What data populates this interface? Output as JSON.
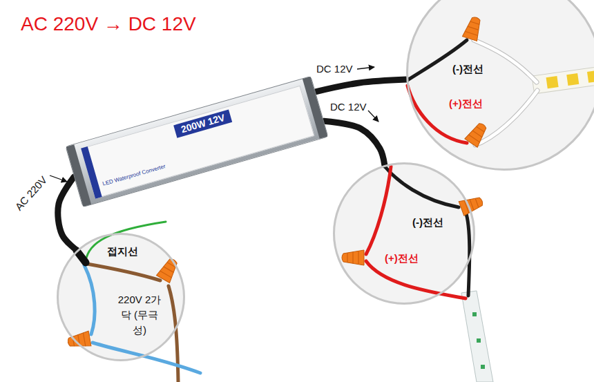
{
  "diagram": {
    "title": "AC 220V → DC 12V",
    "nodes": [
      {
        "text": [
          "200W 12V",
          "LED Waterproof Converter"
        ]
      },
      {
        "text": [
          "(-)전선",
          "(+)전선"
        ]
      },
      {
        "text": [
          "(-)전선",
          "(+)전선"
        ]
      },
      {
        "text": [
          "접지선",
          "220V 2가닥 (무극성)"
        ]
      }
    ],
    "edges": [
      {
        "from": 0,
        "to": 1,
        "arrow": "none",
        "label": "DC 12V"
      },
      {
        "from": 0,
        "to": 2,
        "arrow": "none",
        "label": "DC 12V"
      },
      {
        "from": 0,
        "to": 3,
        "arrow": "none",
        "label": "AC 220V"
      }
    ]
  }
}
